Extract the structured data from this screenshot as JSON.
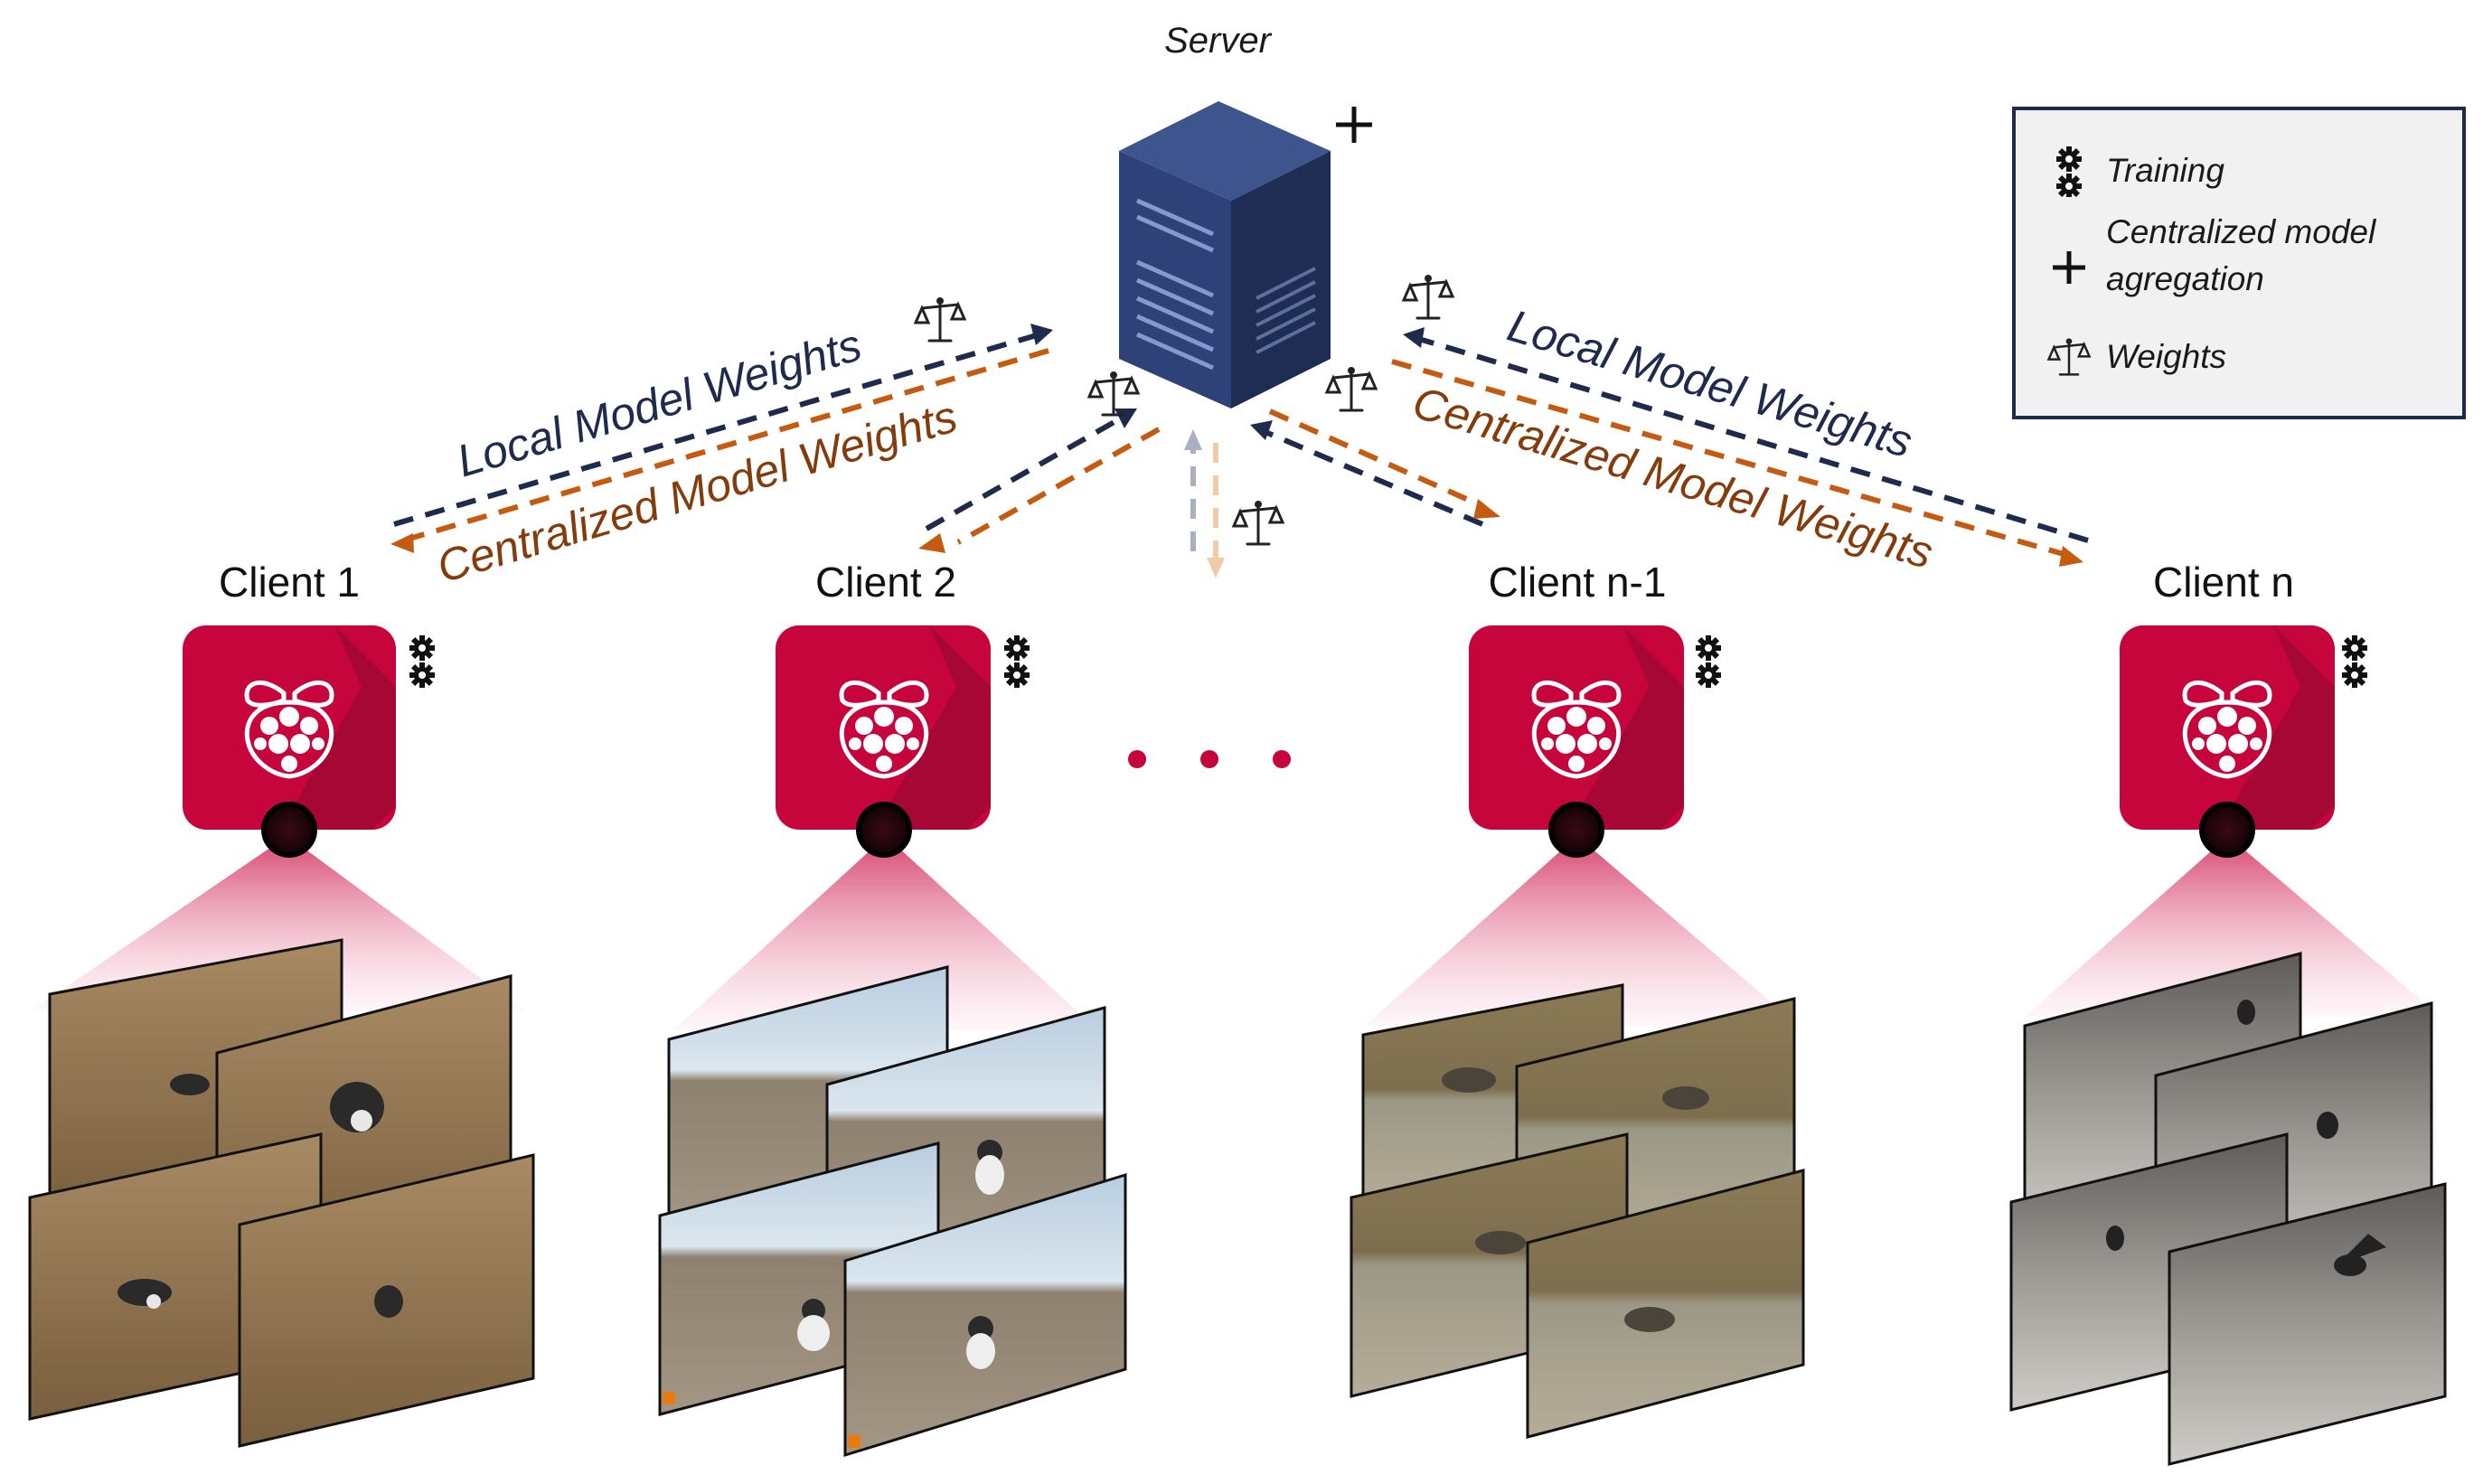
{
  "server": {
    "label": "Server"
  },
  "clients": [
    {
      "label": "Client 1"
    },
    {
      "label": "Client 2"
    },
    {
      "label": "Client n-1"
    },
    {
      "label": "Client n"
    }
  ],
  "arrows": {
    "left_upper": "Local Model Weights",
    "left_lower": "Centralized Model Weights",
    "right_upper": "Local Model Weights",
    "right_lower": "Centralized Model Weights"
  },
  "legend": {
    "training": "Training",
    "aggregation_line1": "Centralized model",
    "aggregation_line2": "agregation",
    "weights": "Weights"
  },
  "colors": {
    "navy": "#1f2b4d",
    "orange": "#c55a11",
    "raspberry": "#c7053d",
    "server": "#2c3e73"
  },
  "icons": {
    "training": "gear-icon",
    "aggregation": "plus-icon",
    "weights": "scales-icon",
    "device": "raspberry-pi-icon",
    "server": "server-icon"
  }
}
